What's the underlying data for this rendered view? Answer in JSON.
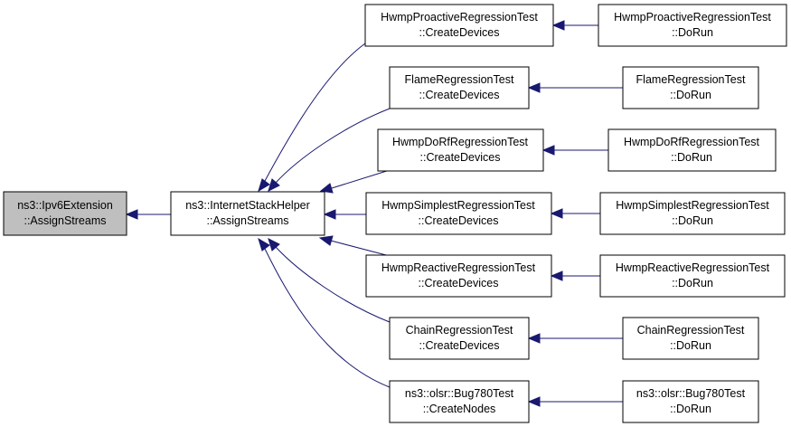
{
  "diagram": {
    "nodes": {
      "ipv6ext": {
        "line1": "ns3::Ipv6Extension",
        "line2": "::AssignStreams",
        "highlighted": true
      },
      "ish": {
        "line1": "ns3::InternetStackHelper",
        "line2": "::AssignStreams"
      },
      "proactive_cd": {
        "line1": "HwmpProactiveRegressionTest",
        "line2": "::CreateDevices"
      },
      "flame_cd": {
        "line1": "FlameRegressionTest",
        "line2": "::CreateDevices"
      },
      "dorf_cd": {
        "line1": "HwmpDoRfRegressionTest",
        "line2": "::CreateDevices"
      },
      "simplest_cd": {
        "line1": "HwmpSimplestRegressionTest",
        "line2": "::CreateDevices"
      },
      "reactive_cd": {
        "line1": "HwmpReactiveRegressionTest",
        "line2": "::CreateDevices"
      },
      "chain_cd": {
        "line1": "ChainRegressionTest",
        "line2": "::CreateDevices"
      },
      "bug780_cn": {
        "line1": "ns3::olsr::Bug780Test",
        "line2": "::CreateNodes"
      },
      "proactive_run": {
        "line1": "HwmpProactiveRegressionTest",
        "line2": "::DoRun"
      },
      "flame_run": {
        "line1": "FlameRegressionTest",
        "line2": "::DoRun"
      },
      "dorf_run": {
        "line1": "HwmpDoRfRegressionTest",
        "line2": "::DoRun"
      },
      "simplest_run": {
        "line1": "HwmpSimplestRegressionTest",
        "line2": "::DoRun"
      },
      "reactive_run": {
        "line1": "HwmpReactiveRegressionTest",
        "line2": "::DoRun"
      },
      "chain_run": {
        "line1": "ChainRegressionTest",
        "line2": "::DoRun"
      },
      "bug780_run": {
        "line1": "ns3::olsr::Bug780Test",
        "line2": "::DoRun"
      }
    },
    "edges": [
      {
        "from": "ish",
        "to": "ipv6ext"
      },
      {
        "from": "proactive_cd",
        "to": "ish"
      },
      {
        "from": "flame_cd",
        "to": "ish"
      },
      {
        "from": "dorf_cd",
        "to": "ish"
      },
      {
        "from": "simplest_cd",
        "to": "ish"
      },
      {
        "from": "reactive_cd",
        "to": "ish"
      },
      {
        "from": "chain_cd",
        "to": "ish"
      },
      {
        "from": "bug780_cn",
        "to": "ish"
      },
      {
        "from": "proactive_run",
        "to": "proactive_cd"
      },
      {
        "from": "flame_run",
        "to": "flame_cd"
      },
      {
        "from": "dorf_run",
        "to": "dorf_cd"
      },
      {
        "from": "simplest_run",
        "to": "simplest_cd"
      },
      {
        "from": "reactive_run",
        "to": "reactive_cd"
      },
      {
        "from": "chain_run",
        "to": "chain_cd"
      },
      {
        "from": "bug780_run",
        "to": "bug780_cn"
      }
    ]
  }
}
